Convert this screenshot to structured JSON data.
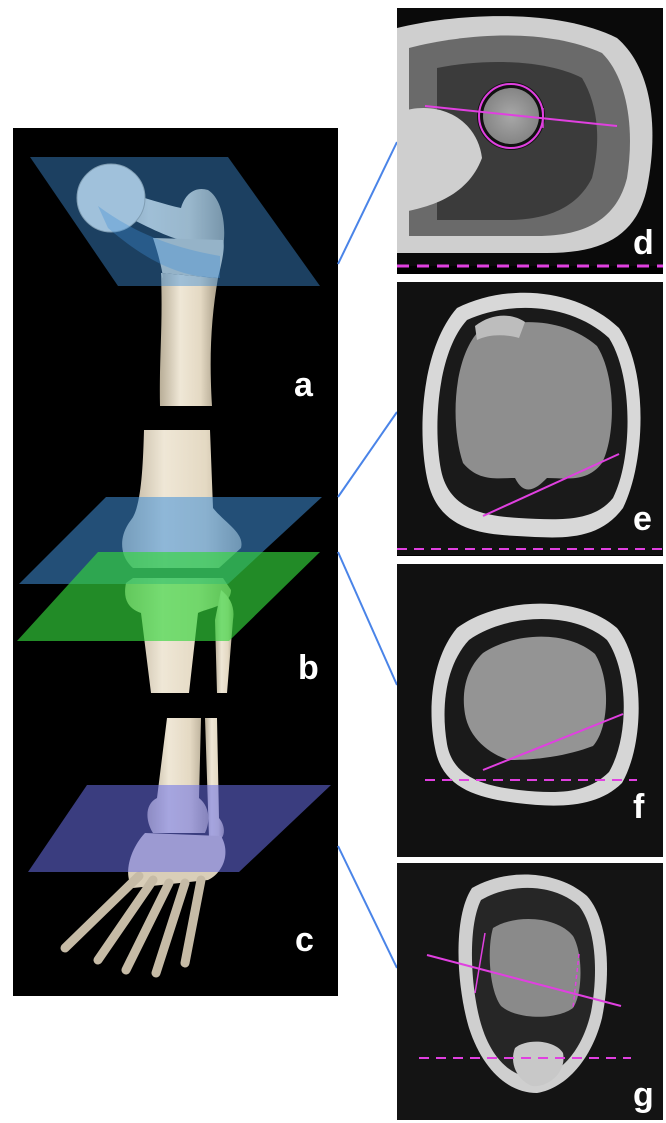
{
  "panels": {
    "a": {
      "label": "a"
    },
    "b": {
      "label": "b"
    },
    "c": {
      "label": "c"
    },
    "d": {
      "label": "d"
    },
    "e": {
      "label": "e"
    },
    "f": {
      "label": "f"
    },
    "g": {
      "label": "g"
    }
  },
  "colors": {
    "plane_blue": "#3f8fd8",
    "plane_green": "#34d53c",
    "plane_violet": "#6a6fe8",
    "annotation_magenta": "#e040e0",
    "connector_blue": "#4a84e8",
    "bone": "#e6dcc8"
  }
}
